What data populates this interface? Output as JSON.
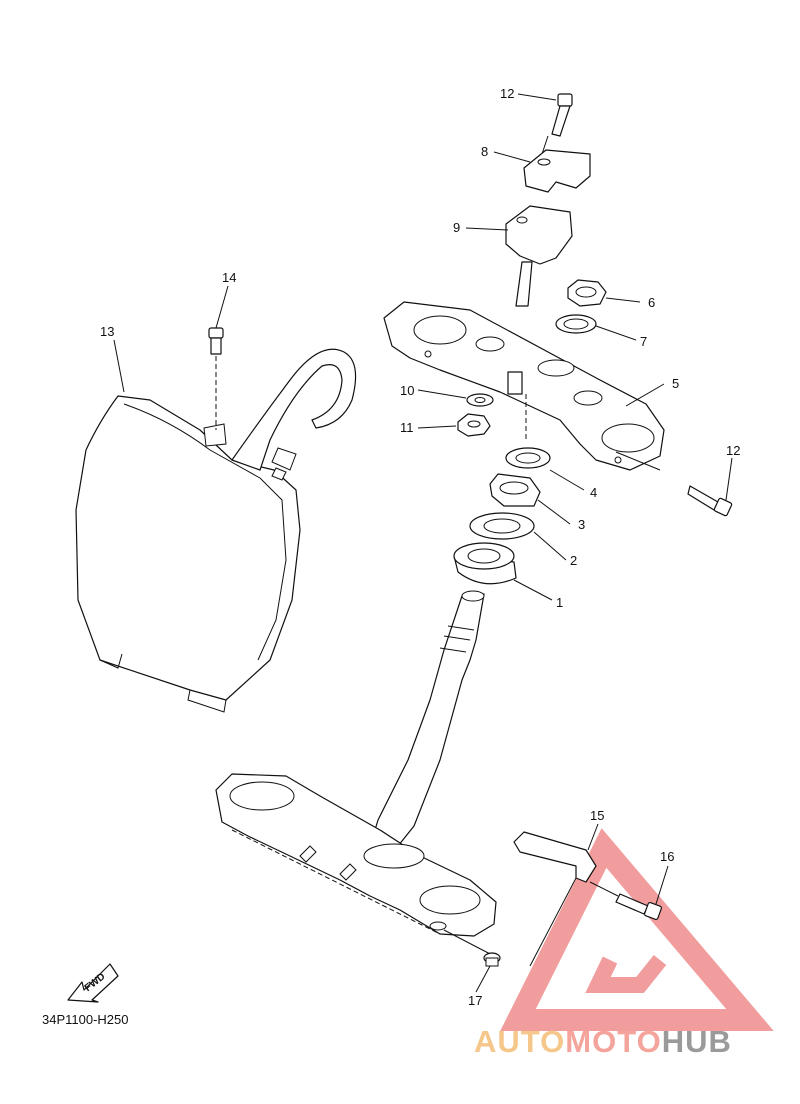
{
  "diagram": {
    "part_code": "34P1100-H250",
    "fwd_label": "FWD",
    "callouts": {
      "c1": "1",
      "c2": "2",
      "c3": "3",
      "c4": "4",
      "c5": "5",
      "c6": "6",
      "c7": "7",
      "c8": "8",
      "c9": "9",
      "c10": "10",
      "c11": "11",
      "c12a": "12",
      "c12b": "12",
      "c13": "13",
      "c14": "14",
      "c15": "15",
      "c16": "16",
      "c17": "17"
    }
  },
  "watermark": {
    "part_a": "AUTO",
    "part_b": "MOTO",
    "part_c": "HUB",
    "colors": {
      "a": "#f6c78a",
      "b": "#f4a49a",
      "c": "#9a9a9a",
      "triangle": "#f08c8c"
    }
  }
}
